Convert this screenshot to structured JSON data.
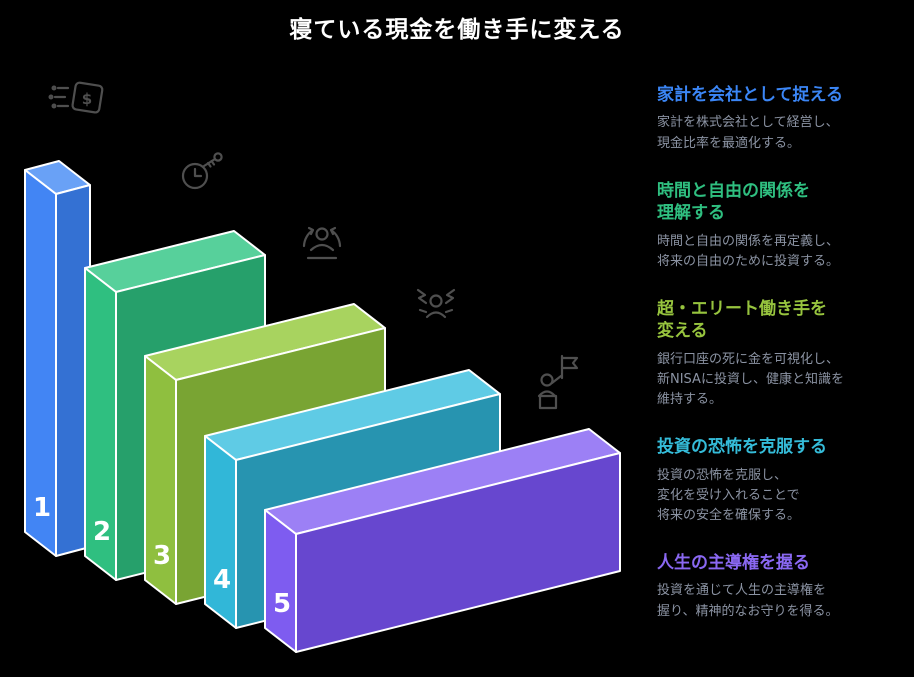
{
  "title": "寝ている現金を働き手に変える",
  "palette": {
    "background": "#000000",
    "body_text": "#8b93a3",
    "edge_stroke": "#ffffff",
    "icon_stroke": "#4f4f4f",
    "number_text": "#ffffff"
  },
  "steps": [
    {
      "number": "1",
      "icon": "money-tag-icon",
      "color": "#4285f4",
      "color_top": "#69a1f6",
      "color_side": "#3471d3",
      "heading": "家計を会社として捉える",
      "heading_color": "#3b86f6",
      "body": "家計を株式会社として経営し、\n現金比率を最適化する。"
    },
    {
      "number": "2",
      "icon": "clock-key-icon",
      "color": "#2fbf80",
      "color_top": "#57d09b",
      "color_side": "#26a06b",
      "heading": "時間と自由の関係を\n理解する",
      "heading_color": "#2fbf80",
      "body": "時間と自由の関係を再定義し、\n将来の自由のために投資する。"
    },
    {
      "number": "3",
      "icon": "person-sync-icon",
      "color": "#8fbf3f",
      "color_top": "#a8d35f",
      "color_side": "#79a433",
      "heading": "超・エリート働き手を\n変える",
      "heading_color": "#97c43e",
      "body": "銀行口座の死に金を可視化し、\n新NISAに投資し、健康と知識を\n維持する。"
    },
    {
      "number": "4",
      "icon": "person-anxiety-icon",
      "color": "#31b7d8",
      "color_top": "#5fcbe5",
      "color_side": "#2794b0",
      "heading": "投資の恐怖を克服する",
      "heading_color": "#35bcd9",
      "body": "投資の恐怖を克服し、\n変化を受け入れることで\n将来の安全を確保する。"
    },
    {
      "number": "5",
      "icon": "person-flag-icon",
      "color": "#7e5cf0",
      "color_top": "#9c80f5",
      "color_side": "#6747cf",
      "heading": "人生の主導権を握る",
      "heading_color": "#8a68f2",
      "body": "投資を通じて人生の主導権を\n握り、精神的なお守りを得る。"
    }
  ]
}
